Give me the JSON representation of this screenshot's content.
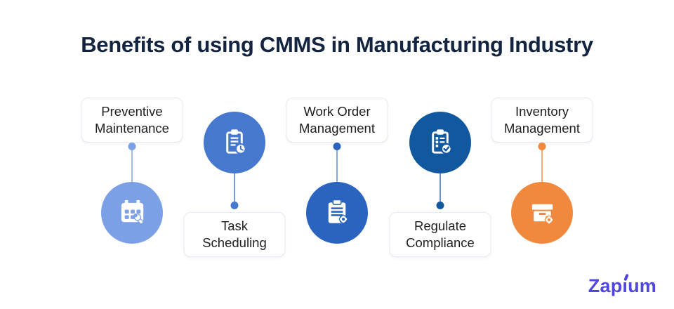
{
  "title": {
    "text": "Benefits of using CMMS in Manufacturing Industry",
    "color": "#132440"
  },
  "items": [
    {
      "label": "Preventive Maintenance",
      "icon": "calendar-wrench-icon",
      "label_position": "top",
      "color": "#7BA0E5",
      "line_color": "#A3BBEC"
    },
    {
      "label": "Task Scheduling",
      "icon": "clipboard-clock-icon",
      "label_position": "bottom",
      "color": "#4678CE",
      "line_color": "#7B9BDC"
    },
    {
      "label": "Work Order Management",
      "icon": "clipboard-gear-icon",
      "label_position": "top",
      "color": "#2A64BF",
      "line_color": "#8CA7DC"
    },
    {
      "label": "Regulate Compliance",
      "icon": "clipboard-check-icon",
      "label_position": "bottom",
      "color": "#12589E",
      "line_color": "#6D92C5"
    },
    {
      "label": "Inventory Management",
      "icon": "box-gear-icon",
      "label_position": "top",
      "color": "#F0883E",
      "line_color": "#F5AA70"
    }
  ],
  "logo": {
    "text": "Zapium",
    "color": "#5146E2"
  }
}
